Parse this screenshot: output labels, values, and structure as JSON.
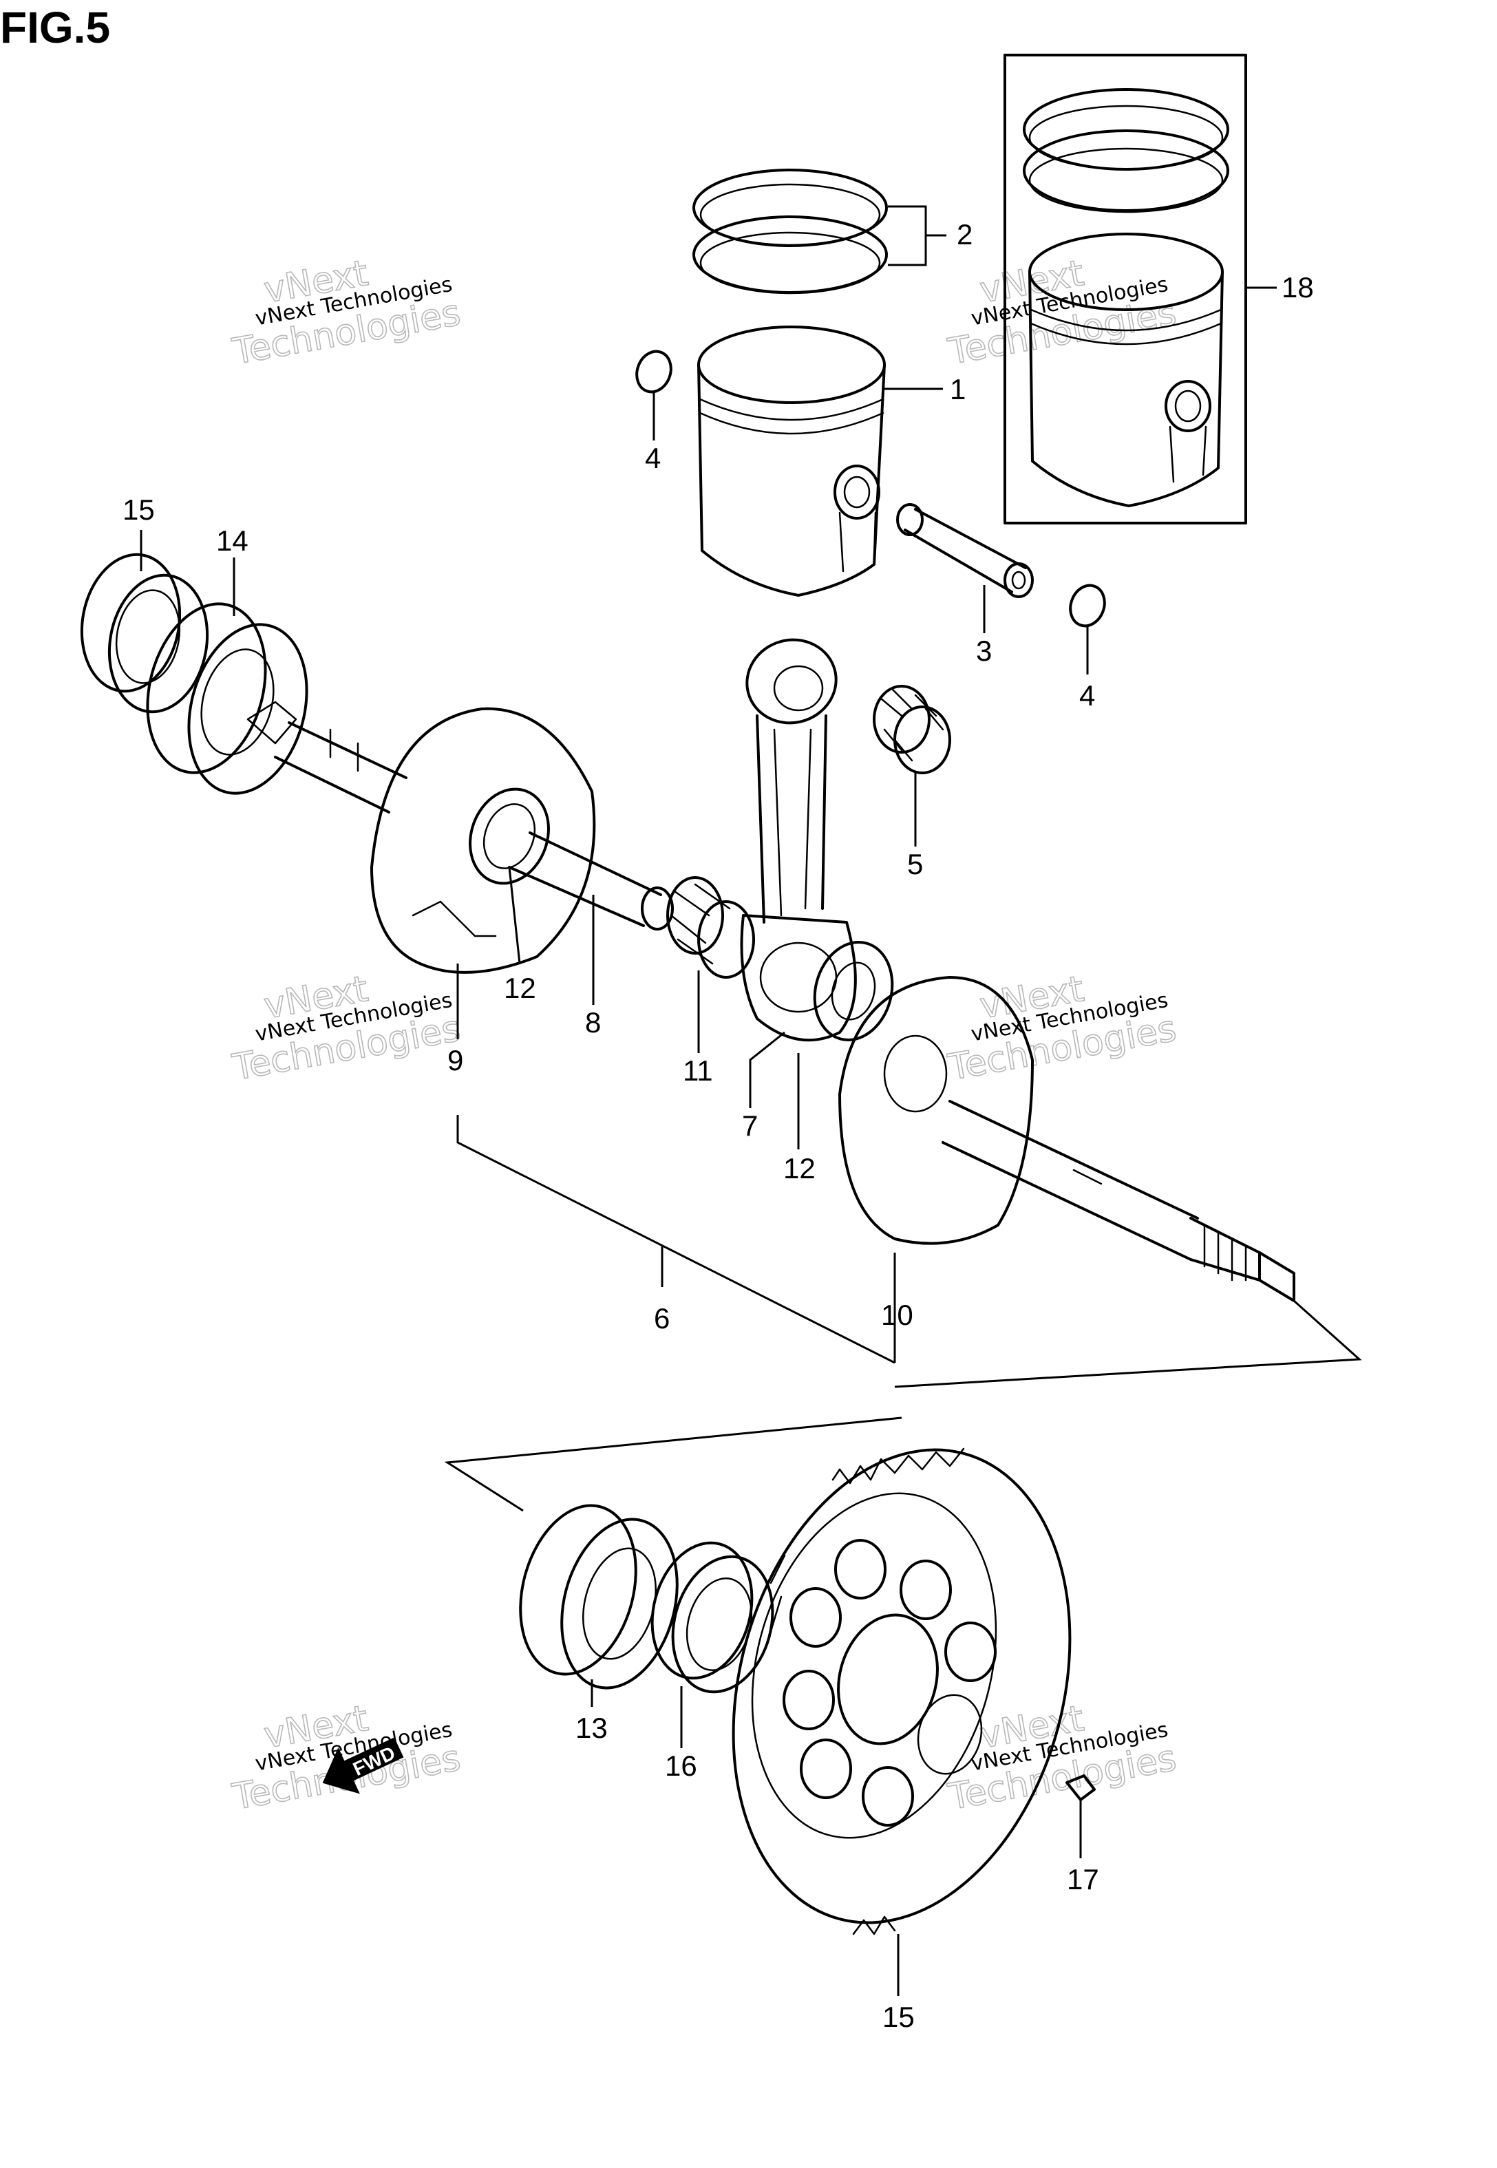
{
  "figure": {
    "title": "FIG.5"
  },
  "callouts": [
    {
      "id": "c1",
      "label": "1"
    },
    {
      "id": "c2",
      "label": "2"
    },
    {
      "id": "c3",
      "label": "3"
    },
    {
      "id": "c4a",
      "label": "4"
    },
    {
      "id": "c4b",
      "label": "4"
    },
    {
      "id": "c5",
      "label": "5"
    },
    {
      "id": "c6",
      "label": "6"
    },
    {
      "id": "c7",
      "label": "7"
    },
    {
      "id": "c8",
      "label": "8"
    },
    {
      "id": "c9",
      "label": "9"
    },
    {
      "id": "c10",
      "label": "10"
    },
    {
      "id": "c11",
      "label": "11"
    },
    {
      "id": "c12a",
      "label": "12"
    },
    {
      "id": "c12b",
      "label": "12"
    },
    {
      "id": "c13",
      "label": "13"
    },
    {
      "id": "c14",
      "label": "14"
    },
    {
      "id": "c15a",
      "label": "15"
    },
    {
      "id": "c15b",
      "label": "15"
    },
    {
      "id": "c16",
      "label": "16"
    },
    {
      "id": "c17",
      "label": "17"
    },
    {
      "id": "c18",
      "label": "18"
    }
  ],
  "watermark": {
    "small_text": "vNext Technologies",
    "big_line1": "vNext",
    "big_line2": "Technologies"
  },
  "fwd_arrow_label": "FWD"
}
